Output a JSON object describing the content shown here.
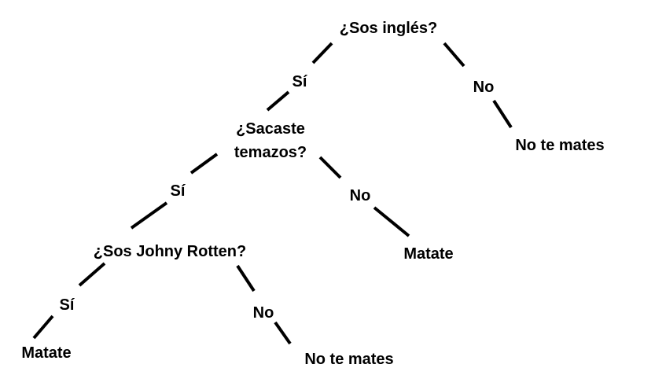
{
  "tree": {
    "root_question": "¿Sos inglés?",
    "root_yes_label": "Sí",
    "root_no_label": "No",
    "root_no_outcome": "No te mates",
    "q2_line1": "¿Sacaste",
    "q2_line2": "temazos?",
    "q2_yes_label": "Sí",
    "q2_no_label": "No",
    "q2_no_outcome": "Matate",
    "q3_question": "¿Sos Johny Rotten?",
    "q3_yes_label": "Sí",
    "q3_yes_outcome": "Matate",
    "q3_no_label": "No",
    "q3_no_outcome": "No te mates"
  },
  "colors": {
    "line": "#000000",
    "text": "#000000",
    "background": "#ffffff"
  }
}
